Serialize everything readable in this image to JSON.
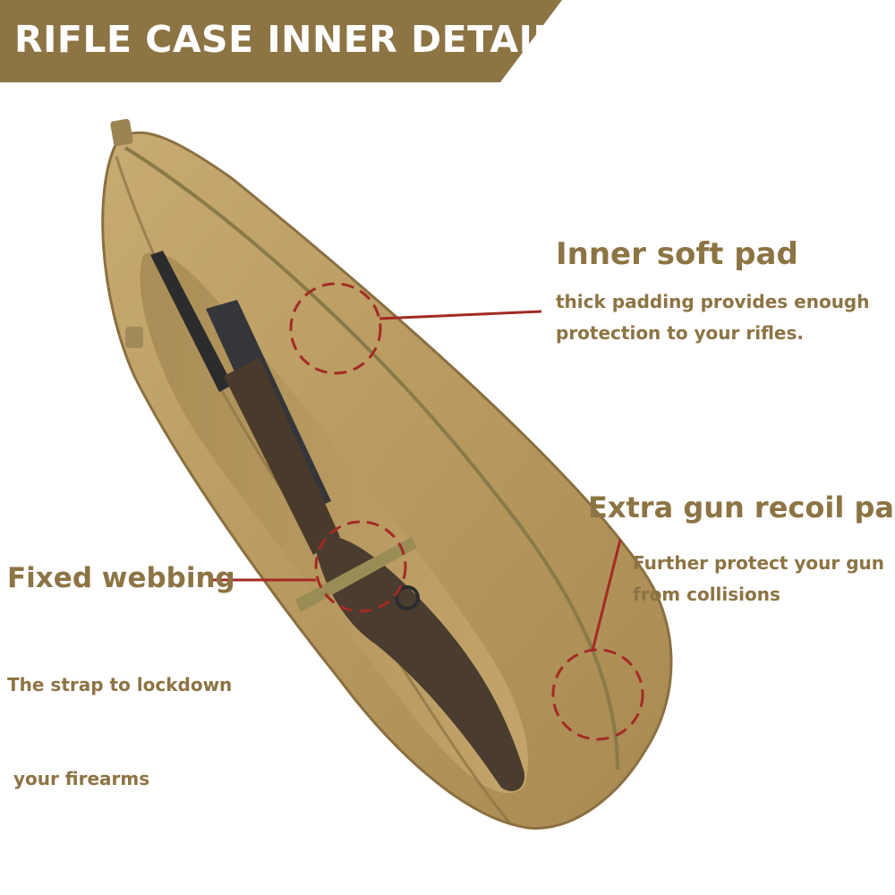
{
  "banner": {
    "title": "RIFLE CASE INNER DETAILS"
  },
  "colors": {
    "banner": "#8c7443",
    "callout_text": "#8c7443",
    "leader_line": "#a42a24",
    "case_fabric": "#b99a62",
    "rifle_stock": "#4a3a2c",
    "rifle_metal": "#2a2c2e"
  },
  "callouts": {
    "inner_pad": {
      "title": "Inner soft pad",
      "desc": [
        "thick padding provides enough",
        "protection to your rifles."
      ]
    },
    "recoil_pad": {
      "title": "Extra gun recoil pad",
      "desc": [
        "Further protect your gun",
        "from collisions"
      ]
    },
    "webbing": {
      "title": "Fixed webbing",
      "desc": [
        "The strap to lockdown",
        " your firearms"
      ]
    }
  }
}
